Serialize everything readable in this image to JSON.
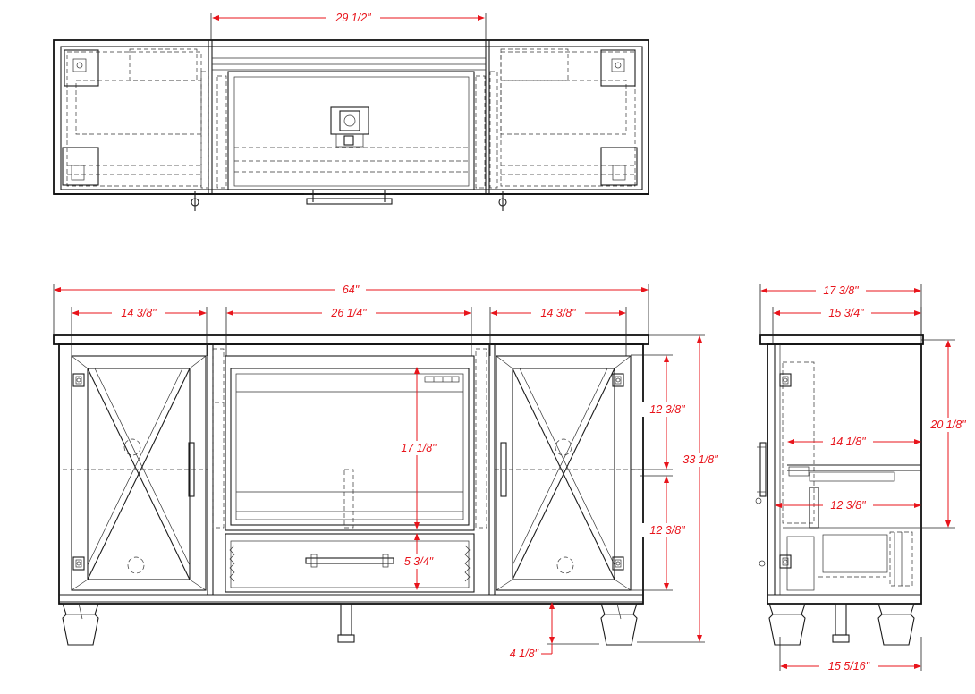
{
  "dimensions": {
    "top_fireplace_width": "29 1/2\"",
    "overall_width": "64\"",
    "left_door_width": "14 3/8\"",
    "fireplace_opening_width": "26 1/4\"",
    "right_door_width": "14 3/8\"",
    "fireplace_height": "17 1/8\"",
    "drawer_height": "5 3/4\"",
    "upper_door_height": "12 3/8\"",
    "lower_door_height": "12 3/8\"",
    "overall_height": "33 1/8\"",
    "leg_height": "4 1/8\"",
    "side_overall_depth": "17 3/8\"",
    "side_inner_depth": "15 3/4\"",
    "side_cabinet_height": "20 1/8\"",
    "shelf_depth": "14 1/8\"",
    "fireplace_depth": "12 3/8\"",
    "leg_span_depth": "15 5/16\""
  },
  "colors": {
    "dimension": "#e8141b",
    "linework": "#1c1c1c"
  }
}
